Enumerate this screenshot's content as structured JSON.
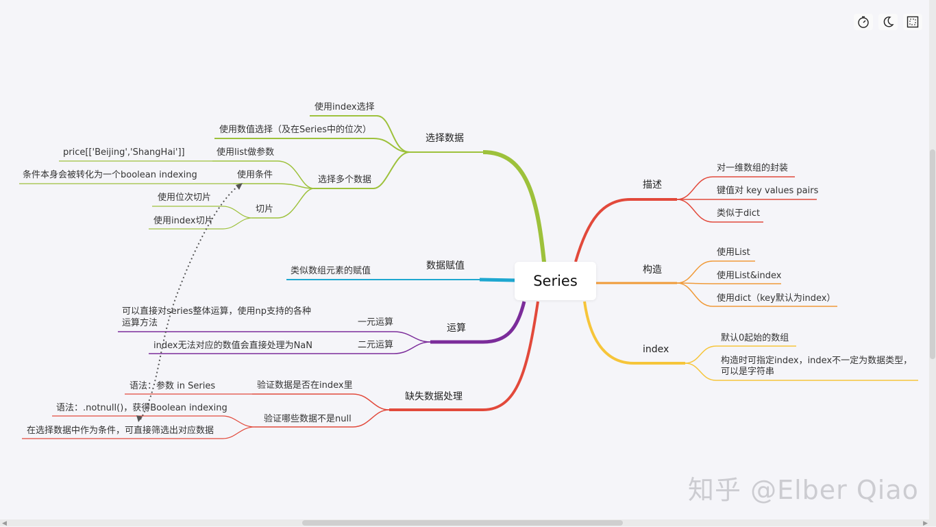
{
  "root": {
    "label": "Series"
  },
  "toolbar": {
    "icons": [
      "timer-icon",
      "moon-icon",
      "fullscreen-icon"
    ]
  },
  "watermark": {
    "text": "知乎 @Elber Qiao"
  },
  "nodes": {
    "select_data": "选择数据",
    "select_by_index": "使用index选择",
    "select_by_value": "使用数值选择（及在Series中的位次）",
    "select_multi": "选择多个数据",
    "use_list_param": "使用list做参数",
    "list_example": "price[['Beijing','ShangHai']]",
    "use_condition": "使用条件",
    "condition_note": "条件本身会被转化为一个boolean indexing",
    "slice": "切片",
    "slice_position": "使用位次切片",
    "slice_index": "使用index切片",
    "assign": "数据赋值",
    "assign_note": "类似数组元素的赋值",
    "ops": "运算",
    "unary": "一元运算",
    "unary_note_1": "可以直接对series整体运算，使用np支持的各种",
    "unary_note_2": "运算方法",
    "binary": "二元运算",
    "binary_note": "index无法对应的数值会直接处理为NaN",
    "missing": "缺失数据处理",
    "check_in_index": "验证数据是否在index里",
    "check_syntax": "语法：参数 in Series",
    "check_notnull": "验证哪些数据不是null",
    "notnull_syntax": "语法：.notnull()，获得Boolean indexing",
    "notnull_use": "在选择数据中作为条件，可直接筛选出对应数据",
    "describe": "描述",
    "desc_1": "对一维数组的封装",
    "desc_2": "键值对 key values pairs",
    "desc_3": "类似于dict",
    "construct": "构造",
    "cons_1": "使用List",
    "cons_2": "使用List&index",
    "cons_3": "使用dict（key默认为index）",
    "index": "index",
    "index_1": "默认0起始的数组",
    "index_2a": "构造时可指定index，index不一定为数据类型，",
    "index_2b": "可以是字符串"
  },
  "colors": {
    "green": "#9dc13b",
    "blue": "#1ea7d0",
    "purple": "#7b2c9a",
    "red": "#e2493b",
    "orange": "#f09a38",
    "yellow": "#f6c53a"
  }
}
